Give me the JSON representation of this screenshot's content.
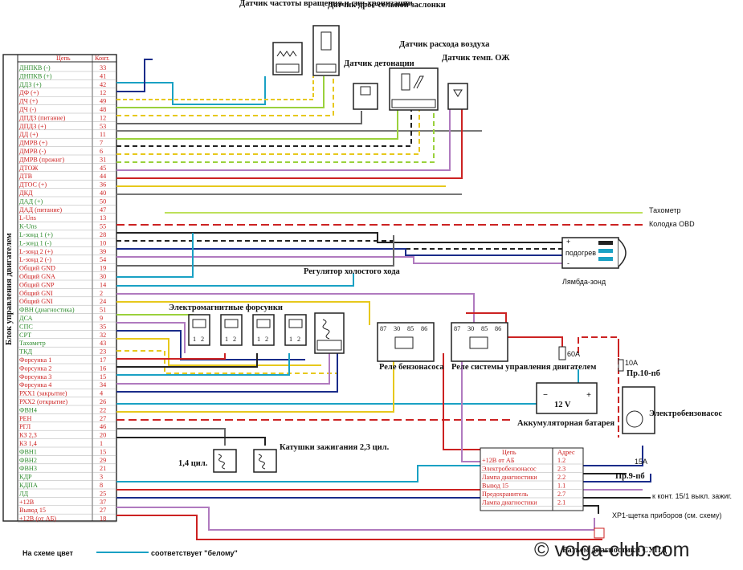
{
  "ecu": {
    "side_title": "Блок управления двигателем",
    "header_circuit": "Цепь",
    "header_pin": "Конт.",
    "rows": [
      {
        "name": "ДНПКВ (-)",
        "pin": "33",
        "color": "#2e8b2e"
      },
      {
        "name": "ДНПКВ (+)",
        "pin": "41",
        "color": "#2e8b2e"
      },
      {
        "name": "ДДЗ (+)",
        "pin": "42",
        "color": "#2e8b2e"
      },
      {
        "name": "ДФ (+)",
        "pin": "12",
        "color": "#cc2222"
      },
      {
        "name": "ДЧ (+)",
        "pin": "49",
        "color": "#cc2222"
      },
      {
        "name": "ДЧ (-)",
        "pin": "48",
        "color": "#cc2222"
      },
      {
        "name": "ДПДЗ (питание)",
        "pin": "12",
        "color": "#cc2222"
      },
      {
        "name": "ДПДЗ (+)",
        "pin": "53",
        "color": "#cc2222"
      },
      {
        "name": "ДД (+)",
        "pin": "11",
        "color": "#cc2222"
      },
      {
        "name": "ДМРВ (+)",
        "pin": "7",
        "color": "#cc2222"
      },
      {
        "name": "ДМРВ (-)",
        "pin": "6",
        "color": "#cc2222"
      },
      {
        "name": "ДМРВ (прожиг)",
        "pin": "31",
        "color": "#cc2222"
      },
      {
        "name": "ДТОЖ",
        "pin": "45",
        "color": "#cc2222"
      },
      {
        "name": "ДТВ",
        "pin": "44",
        "color": "#cc2222"
      },
      {
        "name": "ДТОС (+)",
        "pin": "36",
        "color": "#cc2222"
      },
      {
        "name": "ДКД",
        "pin": "40",
        "color": "#cc2222"
      },
      {
        "name": "ДАД (+)",
        "pin": "50",
        "color": "#2e8b2e"
      },
      {
        "name": "ДАД (питание)",
        "pin": "47",
        "color": "#cc2222"
      },
      {
        "name": "L-Uns",
        "pin": "13",
        "color": "#cc2222"
      },
      {
        "name": "K-Uns",
        "pin": "55",
        "color": "#2e8b2e"
      },
      {
        "name": "L-зонд 1 (+)",
        "pin": "28",
        "color": "#2e8b2e"
      },
      {
        "name": "L-зонд 1 (-)",
        "pin": "10",
        "color": "#2e8b2e"
      },
      {
        "name": "L-зонд 2 (+)",
        "pin": "39",
        "color": "#cc2222"
      },
      {
        "name": "L-зонд 2 (-)",
        "pin": "54",
        "color": "#cc2222"
      },
      {
        "name": "Общий GND",
        "pin": "19",
        "color": "#cc2222"
      },
      {
        "name": "Общий GNA",
        "pin": "30",
        "color": "#cc2222"
      },
      {
        "name": "Общий GNP",
        "pin": "14",
        "color": "#cc2222"
      },
      {
        "name": "Общий GNI",
        "pin": "2",
        "color": "#cc2222"
      },
      {
        "name": "Общий GNI",
        "pin": "24",
        "color": "#cc2222"
      },
      {
        "name": "ФВН (диагностика)",
        "pin": "51",
        "color": "#2e8b2e"
      },
      {
        "name": "ДСА",
        "pin": "9",
        "color": "#2e8b2e"
      },
      {
        "name": "СПС",
        "pin": "35",
        "color": "#2e8b2e"
      },
      {
        "name": "СРТ",
        "pin": "32",
        "color": "#2e8b2e"
      },
      {
        "name": "Тахометр",
        "pin": "43",
        "color": "#2e8b2e"
      },
      {
        "name": "ТКД",
        "pin": "23",
        "color": "#2e8b2e"
      },
      {
        "name": "Форсунка 1",
        "pin": "17",
        "color": "#cc2222"
      },
      {
        "name": "Форсунка 2",
        "pin": "16",
        "color": "#cc2222"
      },
      {
        "name": "Форсунка 3",
        "pin": "15",
        "color": "#cc2222"
      },
      {
        "name": "Форсунка 4",
        "pin": "34",
        "color": "#cc2222"
      },
      {
        "name": "РХХ1 (закрытие)",
        "pin": "4",
        "color": "#cc2222"
      },
      {
        "name": "РХХ2 (открытие)",
        "pin": "26",
        "color": "#cc2222"
      },
      {
        "name": "ФВН4",
        "pin": "22",
        "color": "#2e8b2e"
      },
      {
        "name": "РЕН",
        "pin": "27",
        "color": "#cc2222"
      },
      {
        "name": "РГЛ",
        "pin": "46",
        "color": "#cc2222"
      },
      {
        "name": "КЗ 2,3",
        "pin": "20",
        "color": "#cc2222"
      },
      {
        "name": "КЗ 1,4",
        "pin": "1",
        "color": "#cc2222"
      },
      {
        "name": "ФВН1",
        "pin": "15",
        "color": "#2e8b2e"
      },
      {
        "name": "ФВН2",
        "pin": "29",
        "color": "#2e8b2e"
      },
      {
        "name": "ФВН3",
        "pin": "21",
        "color": "#2e8b2e"
      },
      {
        "name": "КДР",
        "pin": "3",
        "color": "#2e8b2e"
      },
      {
        "name": "КДПА",
        "pin": "8",
        "color": "#2e8b2e"
      },
      {
        "name": "ЛД",
        "pin": "25",
        "color": "#2e8b2e"
      },
      {
        "name": "+12В",
        "pin": "37",
        "color": "#cc2222"
      },
      {
        "name": "Вывод 15",
        "pin": "27",
        "color": "#cc2222"
      },
      {
        "name": "+12В (от АБ)",
        "pin": "18",
        "color": "#cc2222"
      }
    ]
  },
  "sensors": {
    "crank": "Датчик частоты вращения и син-хронизации",
    "throttle": "Датчик дрос-сельной заслонки",
    "knock": "Датчик детонации",
    "maf": "Датчик расхода воздуха",
    "coolant": "Датчик темп. ОЖ"
  },
  "labels": {
    "tachometer": "Тахометр",
    "obd": "Колодка OBD",
    "lambda": "Лямбда-зонд",
    "heater": "подогрев",
    "plus": "+",
    "minus": "-",
    "idle_regulator": "Регулятор холостого хода",
    "injectors": "Электромагнитные форсунки",
    "fuel_pump_relay": "Реле бензонасоса",
    "engine_relay": "Реле системы управления двигателем",
    "battery": "Аккумуляторная батарея",
    "battery_voltage": "12 V",
    "fuse_60": "60А",
    "fuse_10": "10А",
    "fuse_10_place": "Пр.10-пб",
    "fuse_15": "15А",
    "fuse_15_place": "Пр.9-пб",
    "fuel_pump": "Электробензонасос",
    "coils_14": "1,4 цил.",
    "coils_23": "Катушки зажигания 2,3 цил.",
    "ignition_ref": "к конт. 15/1 выкл. зажиг.",
    "dash_connector": "ХР1-щетка приборов (см. схему)",
    "diag_connector": "Разъем диагностики СУПД",
    "legend_left": "На схеме цвет",
    "legend_right": "соответствует \"белому\"",
    "watermark": "© volga-club.com"
  },
  "relay_pins": [
    "87",
    "30",
    "85",
    "86"
  ],
  "injector_pins": [
    "1",
    "2"
  ],
  "connector_table": {
    "header_circuit": "Цепь",
    "header_addr": "Адрес",
    "rows": [
      {
        "name": "+12В от АБ",
        "addr": "1.2"
      },
      {
        "name": "Электробензонасос",
        "addr": "2.3"
      },
      {
        "name": "Лампа диагностики",
        "addr": "2.2"
      },
      {
        "name": "Вывод 15",
        "addr": "1.1"
      },
      {
        "name": "Предохранитель",
        "addr": "2.7"
      },
      {
        "name": "Лампа диагностики",
        "addr": "2.1"
      }
    ]
  }
}
